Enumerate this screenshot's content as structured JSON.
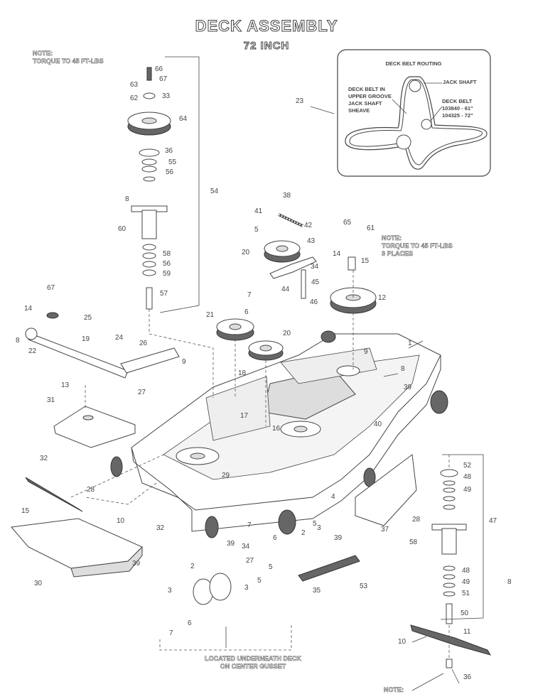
{
  "header": {
    "title": "DECK ASSEMBLY",
    "subtitle": "72 INCH"
  },
  "notes": {
    "top_left": [
      "NOTE:",
      "TORQUE TO 45 FT-LBS"
    ],
    "middle_right": [
      "NOTE:",
      "TORQUE TO 45 FT-LBS",
      "3 PLACES"
    ],
    "bottom": "NOTE:",
    "bottom_center": [
      "LOCATED UNDERNEATH DECK",
      "ON CENTER GUSSET"
    ]
  },
  "inset": {
    "title": "DECK BELT ROUTING",
    "label_belt_groove": [
      "DECK BELT IN",
      "UPPER GROOVE",
      "JACK SHAFT",
      "SHEAVE"
    ],
    "label_jack_shaft": "JACK SHAFT",
    "label_deck_belt": [
      "DECK BELT",
      "103840 - 61\"",
      "104325 - 72\""
    ]
  },
  "callouts": [
    "1",
    "2",
    "3",
    "4",
    "5",
    "6",
    "7",
    "8",
    "9",
    "10",
    "11",
    "12",
    "13",
    "14",
    "15",
    "16",
    "17",
    "18",
    "19",
    "20",
    "21",
    "22",
    "23",
    "24",
    "25",
    "26",
    "27",
    "28",
    "29",
    "30",
    "31",
    "32",
    "33",
    "34",
    "35",
    "36",
    "37",
    "38",
    "39",
    "40",
    "41",
    "42",
    "43",
    "44",
    "45",
    "46",
    "47",
    "48",
    "49",
    "50",
    "51",
    "52",
    "53",
    "54",
    "55",
    "56",
    "57",
    "58",
    "59",
    "60",
    "61",
    "62",
    "63",
    "64",
    "65",
    "66",
    "67"
  ]
}
